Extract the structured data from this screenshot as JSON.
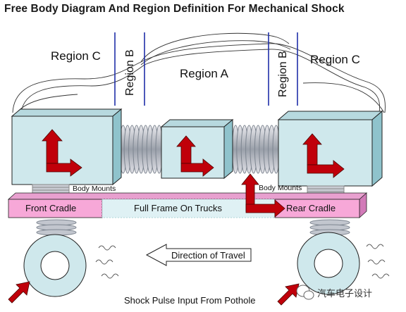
{
  "title": "Free Body Diagram And Region Definition For Mechanical Shock",
  "regions": {
    "left_c": "Region C",
    "left_b": "Region B",
    "a": "Region A",
    "right_b": "Region B",
    "right_c": "Region C"
  },
  "body_mounts_left": "Body Mounts",
  "body_mounts_right": "Body Mounts",
  "front_cradle": "Front Cradle",
  "full_frame": "Full Frame On Trucks",
  "rear_cradle": "Rear Cradle",
  "direction": "Direction of Travel",
  "pulse": "Shock Pulse Input From Pothole",
  "watermark": "汽车电子设计",
  "colors": {
    "box_fill": "#cfe8ec",
    "cradle_pink": "#f7a8d8",
    "frame_fill": "#dff1f4",
    "arrow_red": "#c0000a",
    "line_blue": "#1f2fa8",
    "wheel": "#cfe8ec"
  }
}
